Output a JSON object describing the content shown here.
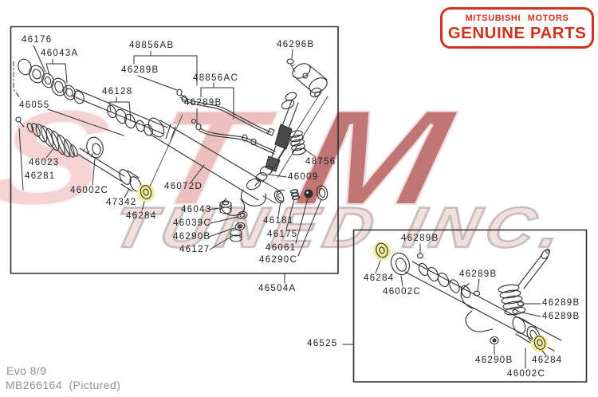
{
  "logo": {
    "line1": "MITSUBISHI MOTORS",
    "line2": "GENUINE PARTS",
    "color": "#d2311d"
  },
  "watermark": {
    "letters": [
      "S",
      "T",
      "M"
    ],
    "tagline": "TUNED INC."
  },
  "footer": {
    "model": "Evo 8/9",
    "part_ref": "MB266164  (Pictured)"
  },
  "colors": {
    "line": "#2e2e2e",
    "highlight": "#f4eda0",
    "label_text": "#1c1c1c",
    "footer_text": "#8f9092"
  },
  "labels": {
    "main": [
      "46176",
      "46043A",
      "48856AB",
      "46289B",
      "46296B",
      "48856AC",
      "46289B",
      "46128",
      "46055",
      "48756",
      "46009",
      "46072D",
      "46023",
      "46281",
      "46002C",
      "47342",
      "46284",
      "46043",
      "46039C",
      "46290B",
      "46127",
      "46181",
      "46175",
      "46061",
      "46290C",
      "46504A"
    ],
    "inset": [
      "46289B",
      "46284",
      "46002C",
      "46289B",
      "46289B",
      "46289B",
      "46290B",
      "46284",
      "46002C",
      "46525"
    ]
  }
}
